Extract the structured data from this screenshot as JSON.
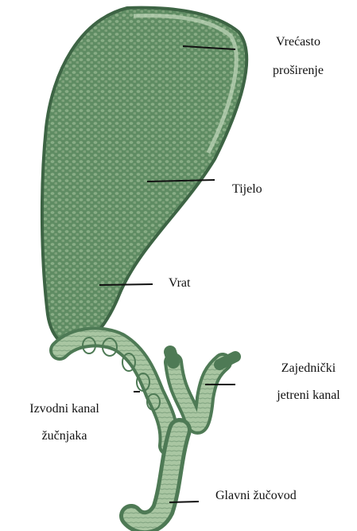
{
  "labels": {
    "fundus_line1": "Vrećasto",
    "fundus_line2": "proširenje",
    "body": "Tijelo",
    "neck": "Vrat",
    "common_hepatic_line1": "Zajednički",
    "common_hepatic_line2": "jetreni kanal",
    "cystic_line1": "Izvodni kanal",
    "cystic_line2": "žučnjaka",
    "common_bile": "Glavni žučovod"
  },
  "colors": {
    "organ_dark": "#4e7a55",
    "organ_mid": "#7fa27f",
    "organ_light": "#c3d8bd",
    "duct_fill": "#a7c4a0",
    "leader": "#111111"
  }
}
